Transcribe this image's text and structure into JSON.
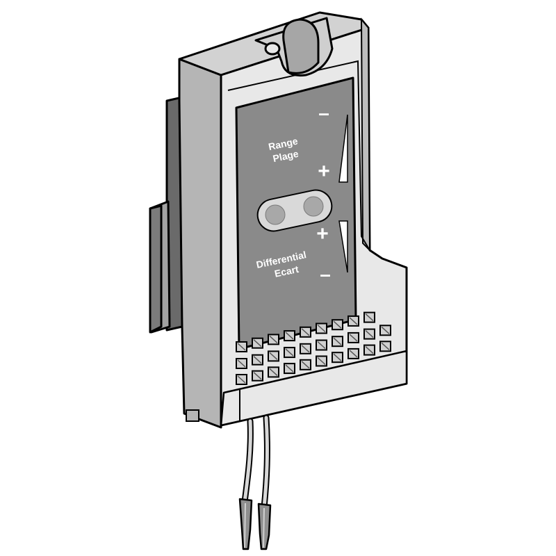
{
  "device": {
    "labels": {
      "range_line1": "Range",
      "range_line2": "Plage",
      "differential_line1": "Differential",
      "differential_line2": "Ecart"
    },
    "symbols": {
      "range_minus": "–",
      "range_plus": "+",
      "differential_plus": "+",
      "differential_minus": "–"
    },
    "colors": {
      "body_fill": "#e6e6e6",
      "body_shadow": "#a9a9a9",
      "panel": "#8a8a8a",
      "outline": "#000000",
      "accent_white": "#ffffff"
    }
  }
}
